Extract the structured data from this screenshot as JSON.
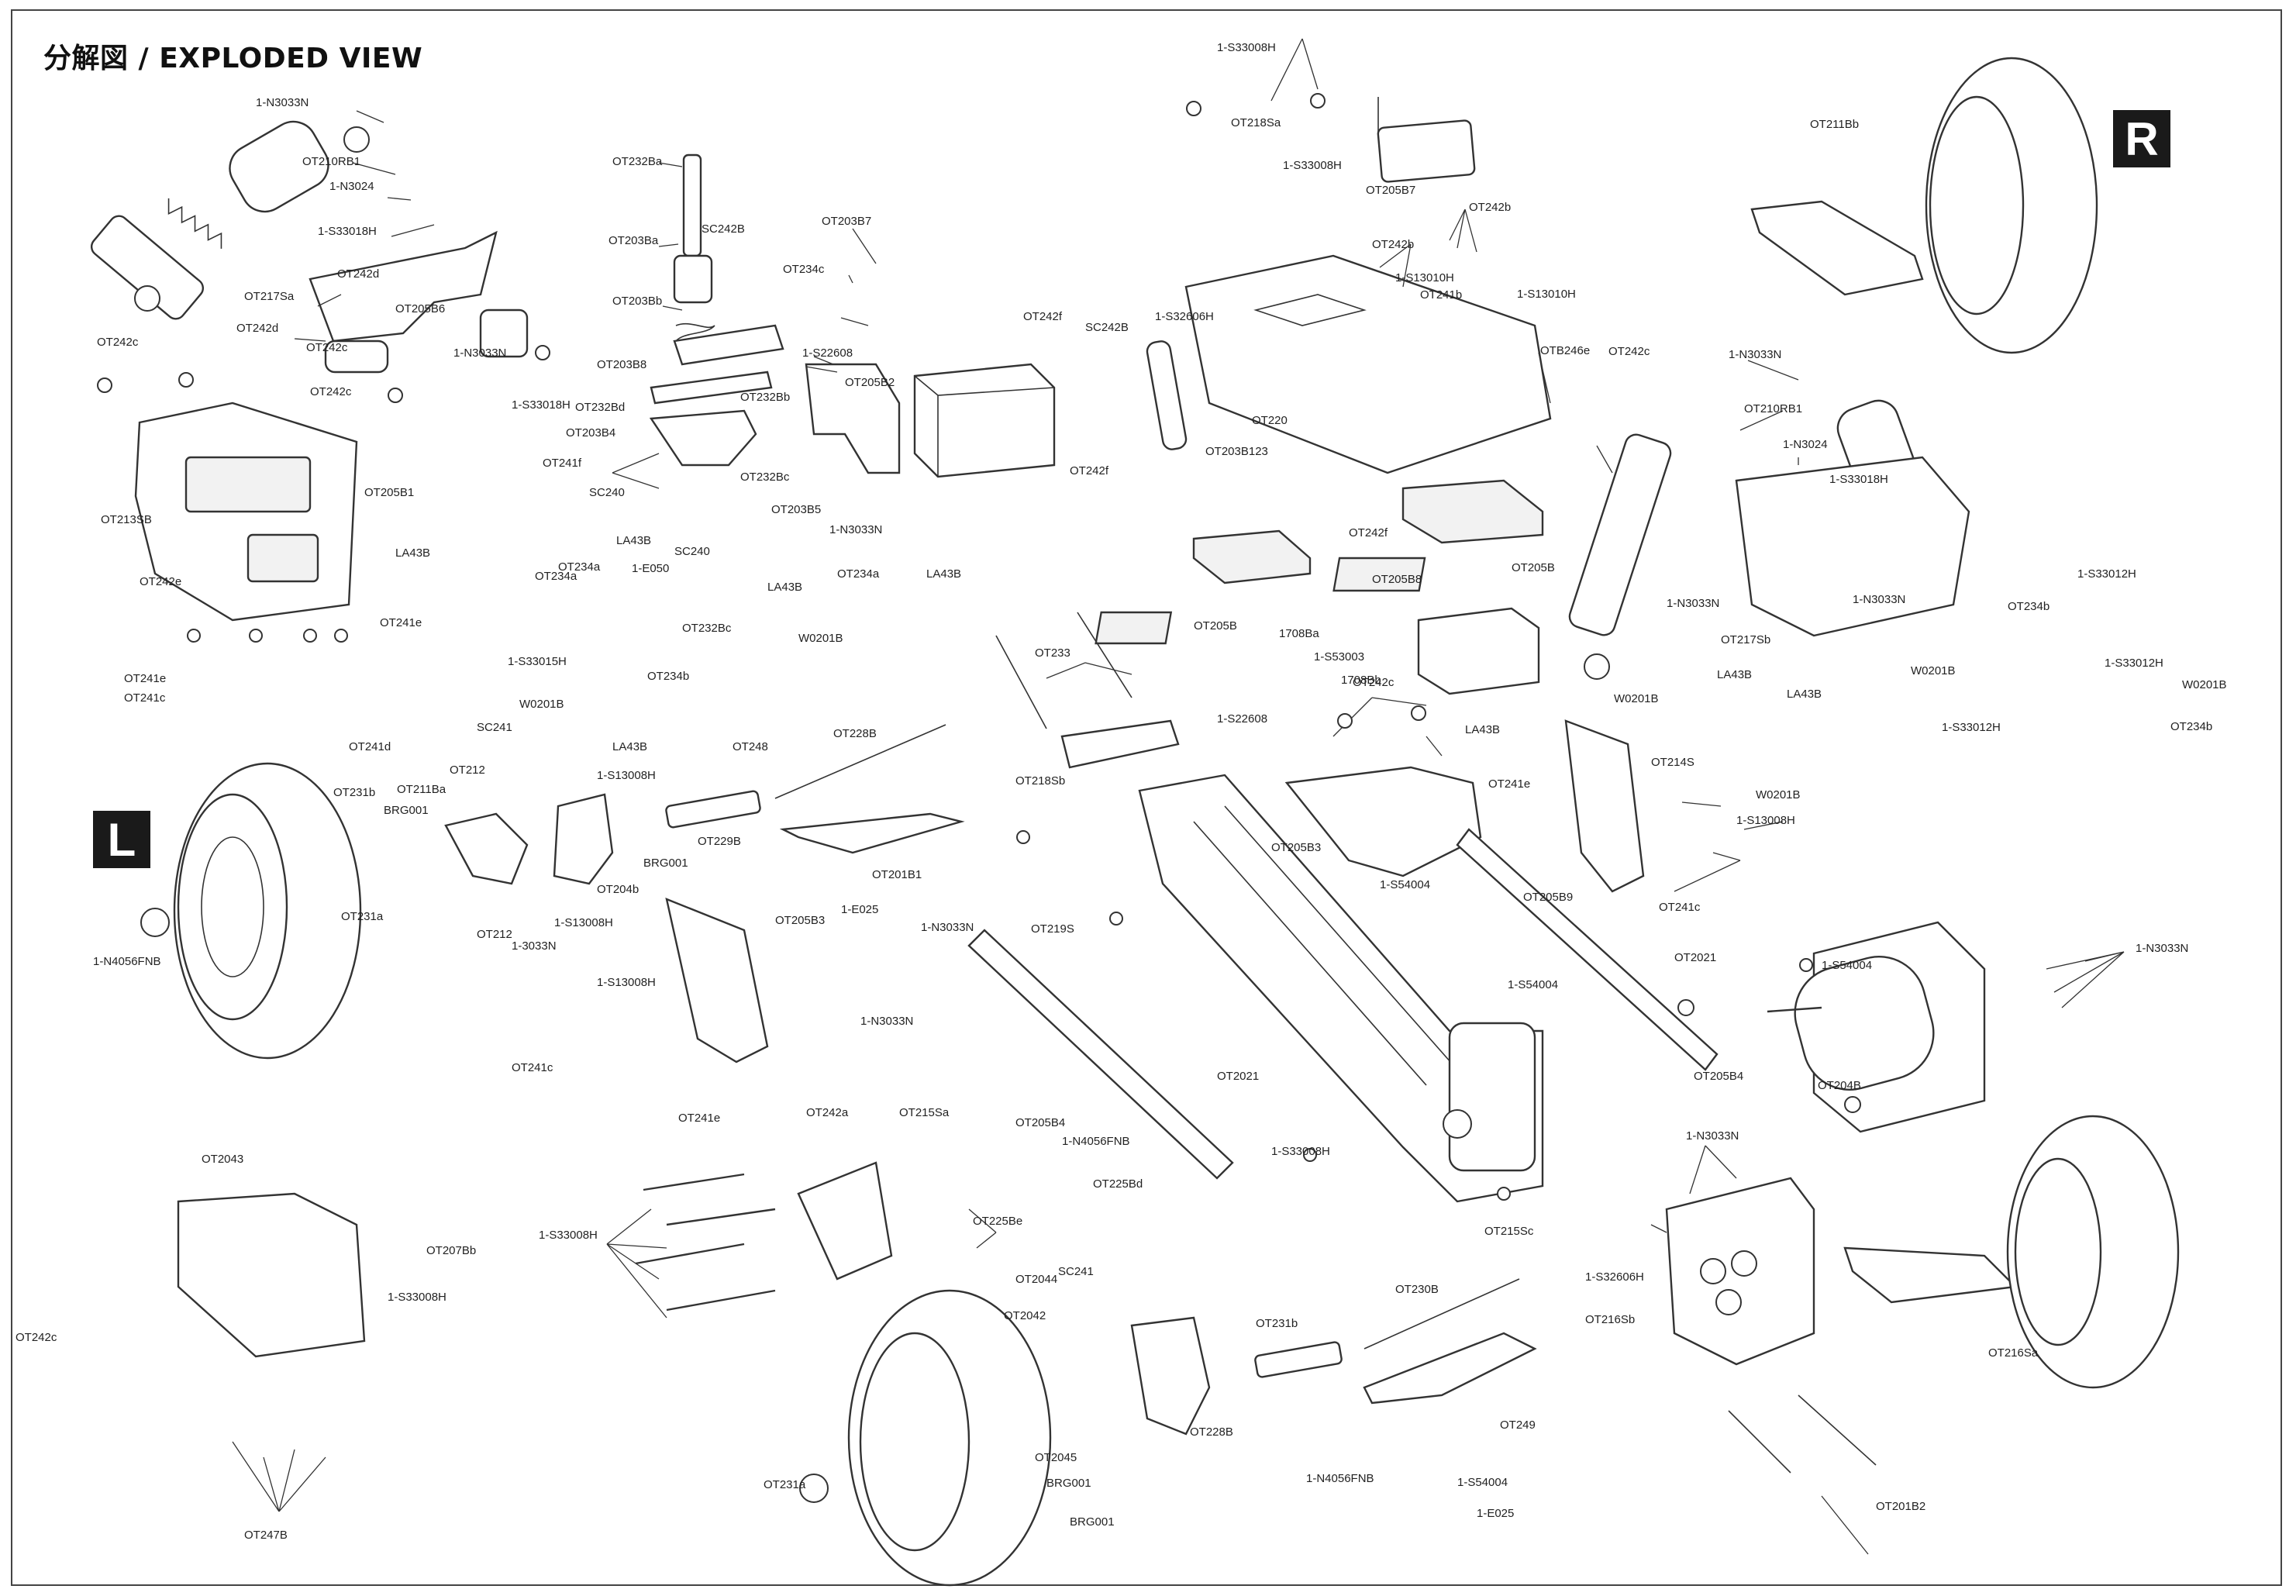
{
  "header": {
    "title": "分解図 / EXPLODED VIEW"
  },
  "badges": {
    "right": "R",
    "left": "L"
  },
  "labels": [
    "1-N3033N",
    "OT210RB1",
    "1-N3024",
    "1-S33018H",
    "OT217Sa",
    "OT242d",
    "OT205B6",
    "OT242c",
    "1-N3033N",
    "1-S33018H",
    "OT242d",
    "OT242c",
    "OT242c",
    "OT232Ba",
    "OT203Ba",
    "OT203Bb",
    "SC242B",
    "OT203B7",
    "OT234c",
    "OT203B8",
    "1-S22608",
    "OT205B2",
    "OT232Bd",
    "OT232Bb",
    "OT203B4",
    "OT241f",
    "SC240",
    "OT232Bc",
    "OT203B5",
    "1-N3033N",
    "LA43B",
    "1-E050",
    "SC240",
    "LA43B",
    "OT234a",
    "LA43B",
    "OT234a",
    "OT232Bc",
    "W0201B",
    "OT205B1",
    "OT213SB",
    "LA43B",
    "OT234a",
    "OT242e",
    "OT241e",
    "OT241e",
    "OT241c",
    "OT241d",
    "1-S33015H",
    "OT234b",
    "W0201B",
    "LA43B",
    "OT248",
    "1-S13008H",
    "SC241",
    "OT212",
    "OT211Ba",
    "OT231b",
    "BRG001",
    "OT231a",
    "OT212",
    "1-3033N",
    "1-S13008H",
    "OT204b",
    "BRG001",
    "OT229B",
    "OT228B",
    "OT201B1",
    "OT205B3",
    "1-E025",
    "1-N3033N",
    "1-N4056FNB",
    "1-S13008H",
    "OT241c",
    "OT241e",
    "1-S33008H",
    "OT218Sa",
    "1-S33008H",
    "OT205B7",
    "OT242b",
    "OT242b",
    "1-S13010H",
    "1-S13010H",
    "OT241b",
    "OT242f",
    "SC242B",
    "1-S32606H",
    "OT203B123",
    "OT242f",
    "OT220",
    "OTB246e",
    "OT242c",
    "1-N3033N",
    "OT210RB1",
    "1-N3024",
    "1-S33018H",
    "OT242f",
    "OT205B8",
    "OT205B",
    "OT205B",
    "1708Ba",
    "1-S53003",
    "1708Bb",
    "1-S22608",
    "OT242c",
    "OT233",
    "OT218Sb",
    "OT217Sb",
    "1-N3033N",
    "1-N3033N",
    "1-S33012H",
    "OT234b",
    "LA43B",
    "W0201B",
    "W0201B",
    "LA43B",
    "OT234b",
    "1-S33012H",
    "W0201B",
    "1-S33012H",
    "LA43B",
    "OT214S",
    "W0201B",
    "1-S13008H",
    "OT241c",
    "OT241e",
    "OT205B3",
    "1-S54004",
    "OT205B9",
    "1-N3033N",
    "OT219S",
    "1-S54004",
    "OT2021",
    "OT2021",
    "OT205B4",
    "1-N3033N",
    "1-S33008H",
    "OT215Sc",
    "1-S54004",
    "OT204B",
    "OT211Bb",
    "OT2043",
    "OT207Bb",
    "1-S33008H",
    "1-S33008H",
    "OT242a",
    "OT215Sa",
    "OT205B4",
    "1-N4056FNB",
    "OT225Bd",
    "OT225Be",
    "1-N3033N",
    "1-S32606H",
    "OT216Sb",
    "OT216Sa",
    "OT2044",
    "SC241",
    "OT2042",
    "OT231b",
    "OT230B",
    "OT228B",
    "OT2045",
    "BRG001",
    "OT231a",
    "BRG001",
    "1-N4056FNB",
    "1-S54004",
    "1-E025",
    "OT249",
    "OT201B2",
    "OT247B",
    "OT242c"
  ]
}
